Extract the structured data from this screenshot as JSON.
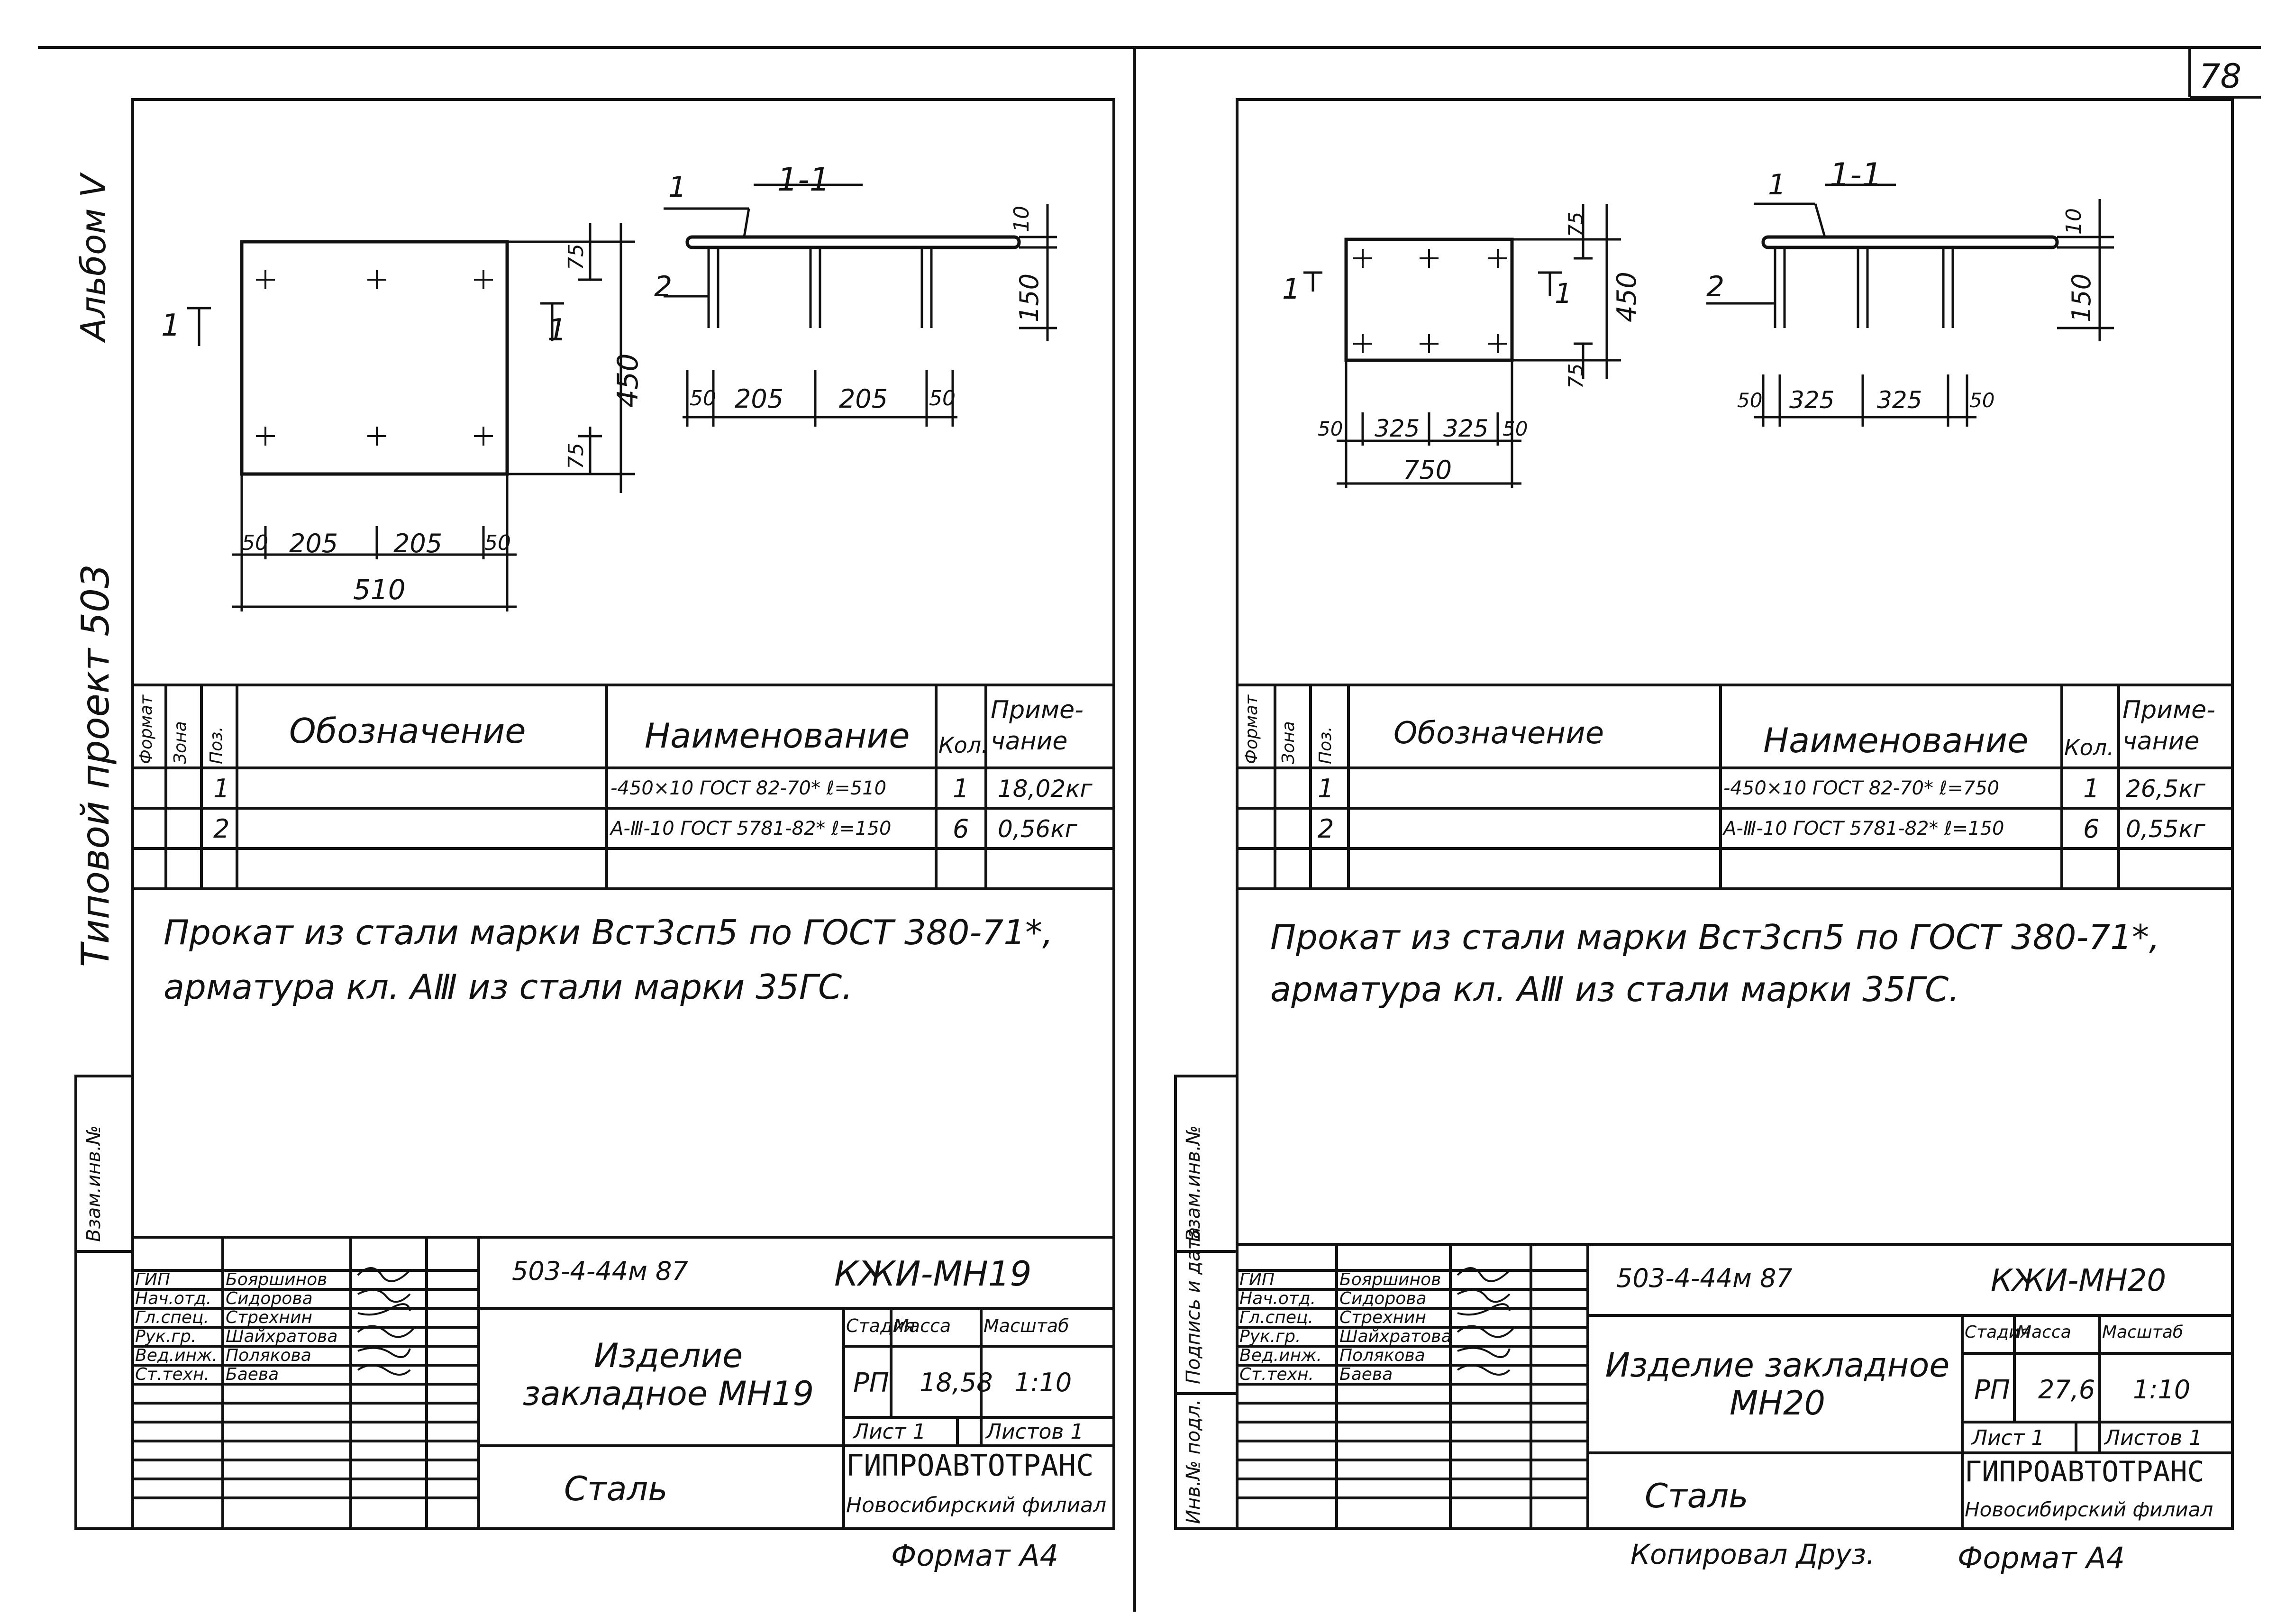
{
  "page_number": "78",
  "copied_by": "Копировал  Друз.",
  "left_margin": {
    "album": "Альбом V",
    "project": "Типовой проект 503",
    "inv_label": "Взам.инв.№",
    "sign_label": "Подпись и дата",
    "inv_podl": "Инв.№ подл."
  },
  "sheets": [
    {
      "section_label": "1-1",
      "marker": "1",
      "dims": {
        "plate": {
          "w1": "50",
          "w2": "205",
          "w3": "205",
          "w4": "50",
          "total": "510",
          "height": "450",
          "top": "75",
          "bottom": "75"
        },
        "section": {
          "d1": "50",
          "d2": "205",
          "d3": "205",
          "d4": "50",
          "thick": "10",
          "depth": "150",
          "pos1": "1",
          "pos2": "2"
        }
      },
      "spec": {
        "headers": {
          "format": "Формат",
          "zone": "Зона",
          "pos": "Поз.",
          "designation": "Обозначение",
          "name": "Наименование",
          "qty": "Кол.",
          "note": "Приме- чание"
        },
        "rows": [
          {
            "pos": "1",
            "name": "-450×10 ГОСТ 82-70* ℓ=510",
            "qty": "1",
            "note": "18,02кг"
          },
          {
            "pos": "2",
            "name": "А-Ⅲ-10 ГОСТ 5781-82* ℓ=150",
            "qty": "6",
            "note": "0,56кг"
          }
        ]
      },
      "notes": [
        "Прокат из стали марки Вст3сп5 по ГОСТ 380-71*,",
        "арматура кл. АⅢ из стали марки 35ГС."
      ],
      "stamp": {
        "code": "503-4-44м 87",
        "doc": "КЖИ-МН19",
        "title": "Изделие закладное МН19",
        "material": "Сталь",
        "stage_label": "Стадия",
        "mass_label": "Масса",
        "scale_label": "Масштаб",
        "stage": "РП",
        "mass": "18,58",
        "scale": "1:10",
        "sheet": "Лист 1",
        "sheets": "Листов 1",
        "org": "ГИПРОАВТОТРАНС",
        "branch": "Новосибирский филиал",
        "format": "Формат А4",
        "people": [
          {
            "role": "ГИП",
            "name": "Бояршинов"
          },
          {
            "role": "Нач.отд.",
            "name": "Сидорова"
          },
          {
            "role": "Гл.спец.",
            "name": "Стрехнин"
          },
          {
            "role": "Рук.гр.",
            "name": "Шайхратова"
          },
          {
            "role": "Вед.инж.",
            "name": "Полякова"
          },
          {
            "role": "Ст.техн.",
            "name": "Баева"
          }
        ]
      }
    },
    {
      "section_label": "1-1",
      "marker": "1",
      "dims": {
        "plate": {
          "w1": "50",
          "w2": "325",
          "w3": "325",
          "w4": "50",
          "total": "750",
          "height": "450",
          "top": "75",
          "bottom": "75"
        },
        "section": {
          "d1": "50",
          "d2": "325",
          "d3": "325",
          "d4": "50",
          "thick": "10",
          "depth": "150",
          "pos1": "1",
          "pos2": "2"
        }
      },
      "spec": {
        "headers": {
          "format": "Формат",
          "zone": "Зона",
          "pos": "Поз.",
          "designation": "Обозначение",
          "name": "Наименование",
          "qty": "Кол.",
          "note": "Приме- чание"
        },
        "rows": [
          {
            "pos": "1",
            "name": "-450×10 ГОСТ 82-70* ℓ=750",
            "qty": "1",
            "note": "26,5кг"
          },
          {
            "pos": "2",
            "name": "А-Ⅲ-10 ГОСТ 5781-82* ℓ=150",
            "qty": "6",
            "note": "0,55кг"
          }
        ]
      },
      "notes": [
        "Прокат из стали марки Вст3сп5 по ГОСТ 380-71*,",
        "арматура кл. АⅢ из стали марки 35ГС."
      ],
      "stamp": {
        "code": "503-4-44м 87",
        "doc": "КЖИ-МН20",
        "title": "Изделие закладное МН20",
        "material": "Сталь",
        "stage_label": "Стадия",
        "mass_label": "Масса",
        "scale_label": "Масштаб",
        "stage": "РП",
        "mass": "27,6",
        "scale": "1:10",
        "sheet": "Лист 1",
        "sheets": "Листов 1",
        "org": "ГИПРОАВТОТРАНС",
        "branch": "Новосибирский филиал",
        "format": "Формат А4",
        "people": [
          {
            "role": "ГИП",
            "name": "Бояршинов"
          },
          {
            "role": "Нач.отд.",
            "name": "Сидорова"
          },
          {
            "role": "Гл.спец.",
            "name": "Стрехнин"
          },
          {
            "role": "Рук.гр.",
            "name": "Шайхратова"
          },
          {
            "role": "Вед.инж.",
            "name": "Полякова"
          },
          {
            "role": "Ст.техн.",
            "name": "Баева"
          }
        ]
      }
    }
  ]
}
